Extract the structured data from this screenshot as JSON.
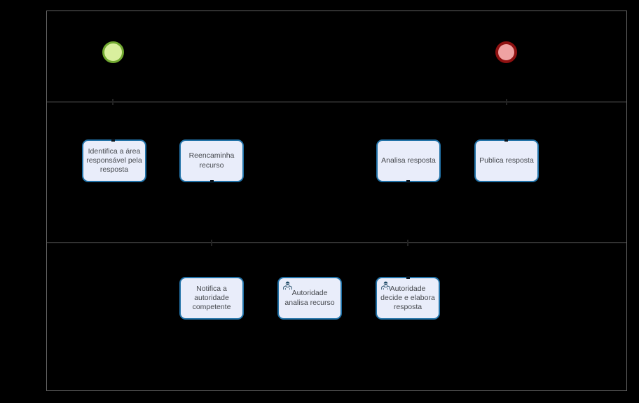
{
  "diagram": {
    "type": "bpmn-process",
    "tasks": [
      {
        "label": "Identifica a área responsável pela resposta"
      },
      {
        "label": "Reencaminha recurso"
      },
      {
        "label": "Analisa resposta"
      },
      {
        "label": "Publica resposta"
      },
      {
        "label": "Notifica a autoridade competente"
      },
      {
        "label": "Autoridade analisa recurso"
      },
      {
        "label": "Autoridade decide e elabora resposta"
      }
    ],
    "events": {
      "start": {
        "icon": "start-event-circle"
      },
      "end": {
        "icon": "end-event-circle"
      }
    },
    "icons": {
      "user_task": "user-person-icon"
    },
    "colors": {
      "background": "#000000",
      "pool_border": "#646464",
      "task_fill": "#e9edfa",
      "task_border": "#2172a8",
      "task_text": "#45484d",
      "start_fill": "#d9ef9e",
      "start_border": "#71a831",
      "end_fill": "#efa2a2",
      "end_border": "#8f1111",
      "user_icon": "#1d4965"
    }
  }
}
